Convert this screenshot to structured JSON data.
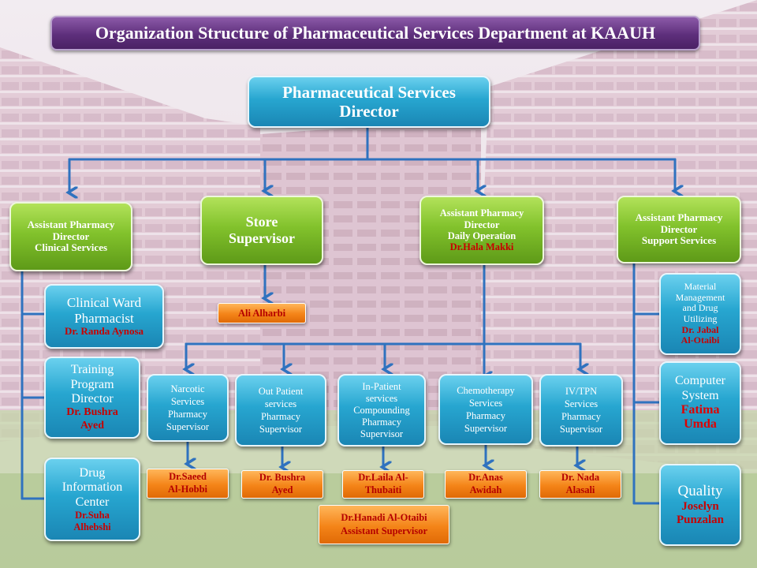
{
  "header": {
    "title": "Organization Structure of Pharmaceutical Services Department at KAAUH"
  },
  "director": {
    "line1": "Pharmaceutical Services",
    "line2": "Director"
  },
  "clinical": {
    "line1": "Assistant Pharmacy",
    "line2": "Director",
    "line3": "Clinical Services"
  },
  "store": {
    "line1": "Store",
    "line2": "Supervisor",
    "person": "Ali Alharbi"
  },
  "daily_op": {
    "line1": "Assistant Pharmacy",
    "line2": "Director",
    "line3": "Daily Operation",
    "name": "Dr.Hala Makki"
  },
  "support": {
    "line1": "Assistant Pharmacy",
    "line2": "Director",
    "line3": "Support Services"
  },
  "clinical_children": [
    {
      "role1": "Clinical Ward",
      "role2": "Pharmacist",
      "role3": "",
      "name1": "Dr. Randa Aynosa",
      "name2": ""
    },
    {
      "role1": "Training",
      "role2": "Program",
      "role3": "Director",
      "name1": "Dr. Bushra",
      "name2": "Ayed"
    },
    {
      "role1": "Drug",
      "role2": "Information",
      "role3": "Center",
      "name1": "Dr.Suha",
      "name2": "Alhebshi"
    }
  ],
  "support_children": [
    {
      "lines": [
        "Material",
        "Management",
        "and Drug",
        "Utilizing"
      ],
      "names": [
        "Dr. Jabal",
        "Al-Otaibi"
      ]
    },
    {
      "lines": [
        "Computer",
        "System"
      ],
      "names": [
        "Fatima",
        "Umda"
      ]
    },
    {
      "lines": [
        "Quality"
      ],
      "names": [
        "Joselyn",
        "Punzalan"
      ]
    }
  ],
  "units": [
    {
      "lines": [
        "Narcotic",
        "Services",
        "Pharmacy",
        "Supervisor"
      ],
      "person1": "Dr.Saeed",
      "person2": "Al-Hobbi"
    },
    {
      "lines": [
        "Out Patient",
        "services",
        "Pharmacy",
        "Supervisor"
      ],
      "person1": "Dr. Bushra",
      "person2": "Ayed"
    },
    {
      "lines": [
        "In-Patient",
        "services",
        "Compounding",
        "Pharmacy",
        "Supervisor"
      ],
      "person1": "Dr.Laila Al-",
      "person2": "Thubaiti"
    },
    {
      "lines": [
        "Chemotherapy",
        "Services",
        "Pharmacy",
        "Supervisor"
      ],
      "person1": "Dr.Anas",
      "person2": "Awidah"
    },
    {
      "lines": [
        "IV/TPN",
        "Services",
        "Pharmacy",
        "Supervisor"
      ],
      "person1": "Dr. Nada",
      "person2": "Alasali"
    }
  ],
  "assistant_supervisor": {
    "line1": "Dr.Hanadi Al-Otaibi",
    "line2": "Assistant Supervisor"
  },
  "colors": {
    "connector": "#2f72bf",
    "title_bg": "#5e2f7c",
    "blue_box": "#27a6d0",
    "green_box": "#82c22c",
    "orange_box": "#f48418",
    "name_red": "#c80000"
  }
}
